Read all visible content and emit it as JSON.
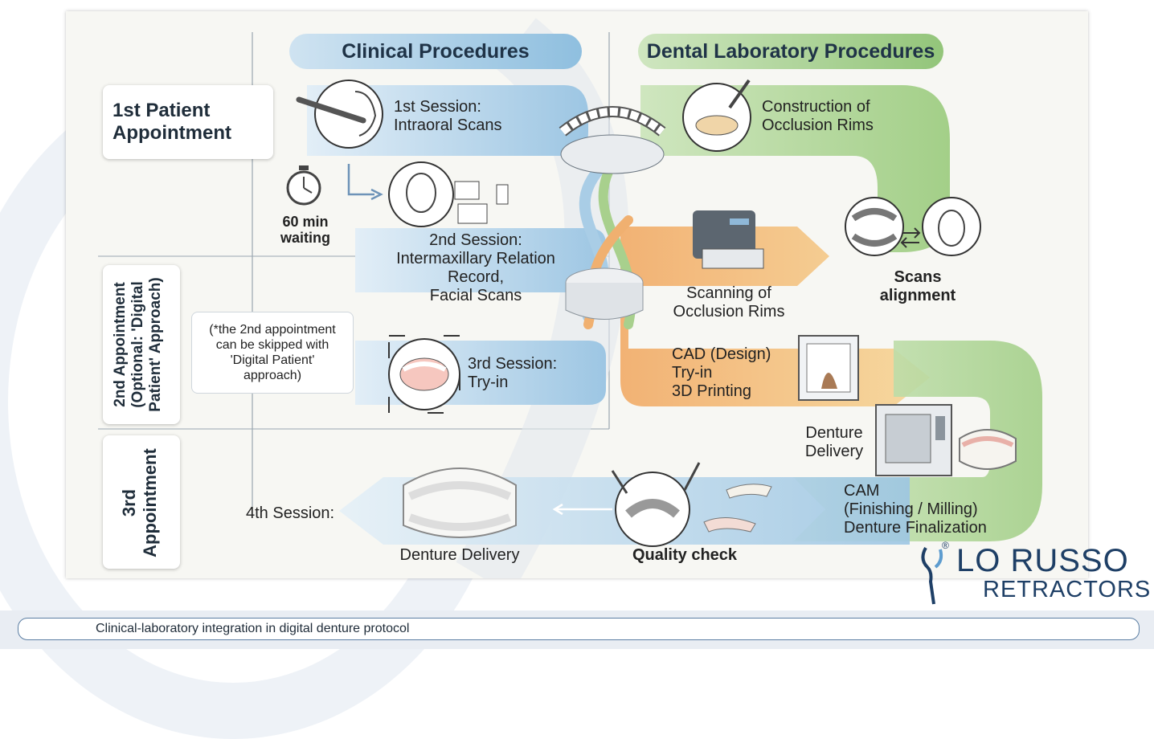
{
  "headers": {
    "clinical": "Clinical Procedures",
    "lab": "Dental Laboratory Procedures"
  },
  "appointments": {
    "first": "1st Patient\nAppointment",
    "second": "2nd Appointment\n(Optional: 'Digital\nPatient' Approach)",
    "third": "3rd\nAppointment"
  },
  "waiting": "60 min\nwaiting",
  "note": "(*the 2nd appointment\ncan be skipped with\n'Digital Patient'\napproach)",
  "clinical_steps": {
    "session1": "1st Session:\nIntraoral Scans",
    "session2": "2nd Session:\nIntermaxillary Relation\nRecord,\nFacial Scans",
    "session3": "3rd Session:\nTry-in",
    "session4": "4th Session:",
    "denture_delivery": "Denture Delivery"
  },
  "lab_steps": {
    "occlusion_rims": "Construction of\nOcclusion Rims",
    "scanning": "Scanning of\nOcclusion Rims",
    "scans_alignment": "Scans\nalignment",
    "cad": "CAD (Design)\nTry-in\n3D Printing",
    "denture_delivery": "Denture\nDelivery",
    "cam": "CAM\n(Finishing / Milling)\nDenture Finalization",
    "quality_check": "Quality check"
  },
  "caption": "Clinical-laboratory integration in digital denture protocol",
  "logo": {
    "line1": "LO RUSSO",
    "line2": "RETRACTORS",
    "reg": "®"
  },
  "colors": {
    "clinical_band": "#a9cde6",
    "lab_green": "#a8d08d",
    "lab_orange": "#f0b070",
    "header_text": "#1f3347"
  },
  "icons": [
    "intraoral-scanner-icon",
    "stopwatch-icon",
    "face-scan-icon",
    "occlusion-rim-icon",
    "scanner-icon",
    "3d-printer-icon",
    "milling-machine-icon",
    "denture-icon",
    "quality-check-icon",
    "mouth-try-in-icon"
  ]
}
